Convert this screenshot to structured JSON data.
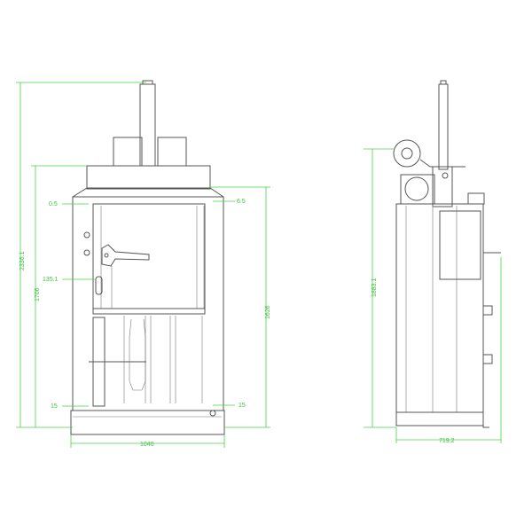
{
  "colors": {
    "dimension": "#4ad04a",
    "outline": "#555555"
  },
  "front_view": {
    "dimensions": {
      "overall_height": "2336.1",
      "body_height": "1706",
      "door_height": "1626",
      "overall_width": "1040",
      "left_gap_top": "0.5",
      "right_gap_top": "6.5",
      "handle_offset": "135.1",
      "left_gap_bottom": "15",
      "right_gap_bottom": "15"
    }
  },
  "side_view": {
    "dimensions": {
      "overall_height": "1883.1",
      "depth": "719.2"
    }
  }
}
